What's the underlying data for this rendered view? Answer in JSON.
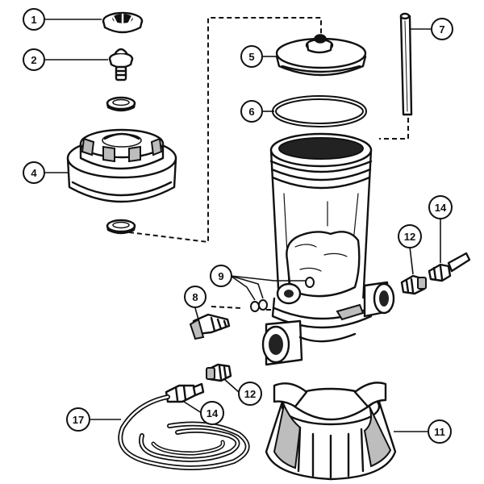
{
  "callouts": [
    {
      "id": "c1",
      "label": "1"
    },
    {
      "id": "c2",
      "label": "2"
    },
    {
      "id": "c4",
      "label": "4"
    },
    {
      "id": "c5",
      "label": "5"
    },
    {
      "id": "c6",
      "label": "6"
    },
    {
      "id": "c7",
      "label": "7"
    },
    {
      "id": "c8",
      "label": "8"
    },
    {
      "id": "c9",
      "label": "9"
    },
    {
      "id": "c11",
      "label": "11"
    },
    {
      "id": "c12a",
      "label": "12"
    },
    {
      "id": "c12b",
      "label": "12"
    },
    {
      "id": "c14a",
      "label": "14"
    },
    {
      "id": "c14b",
      "label": "14"
    },
    {
      "id": "c17",
      "label": "17"
    }
  ]
}
